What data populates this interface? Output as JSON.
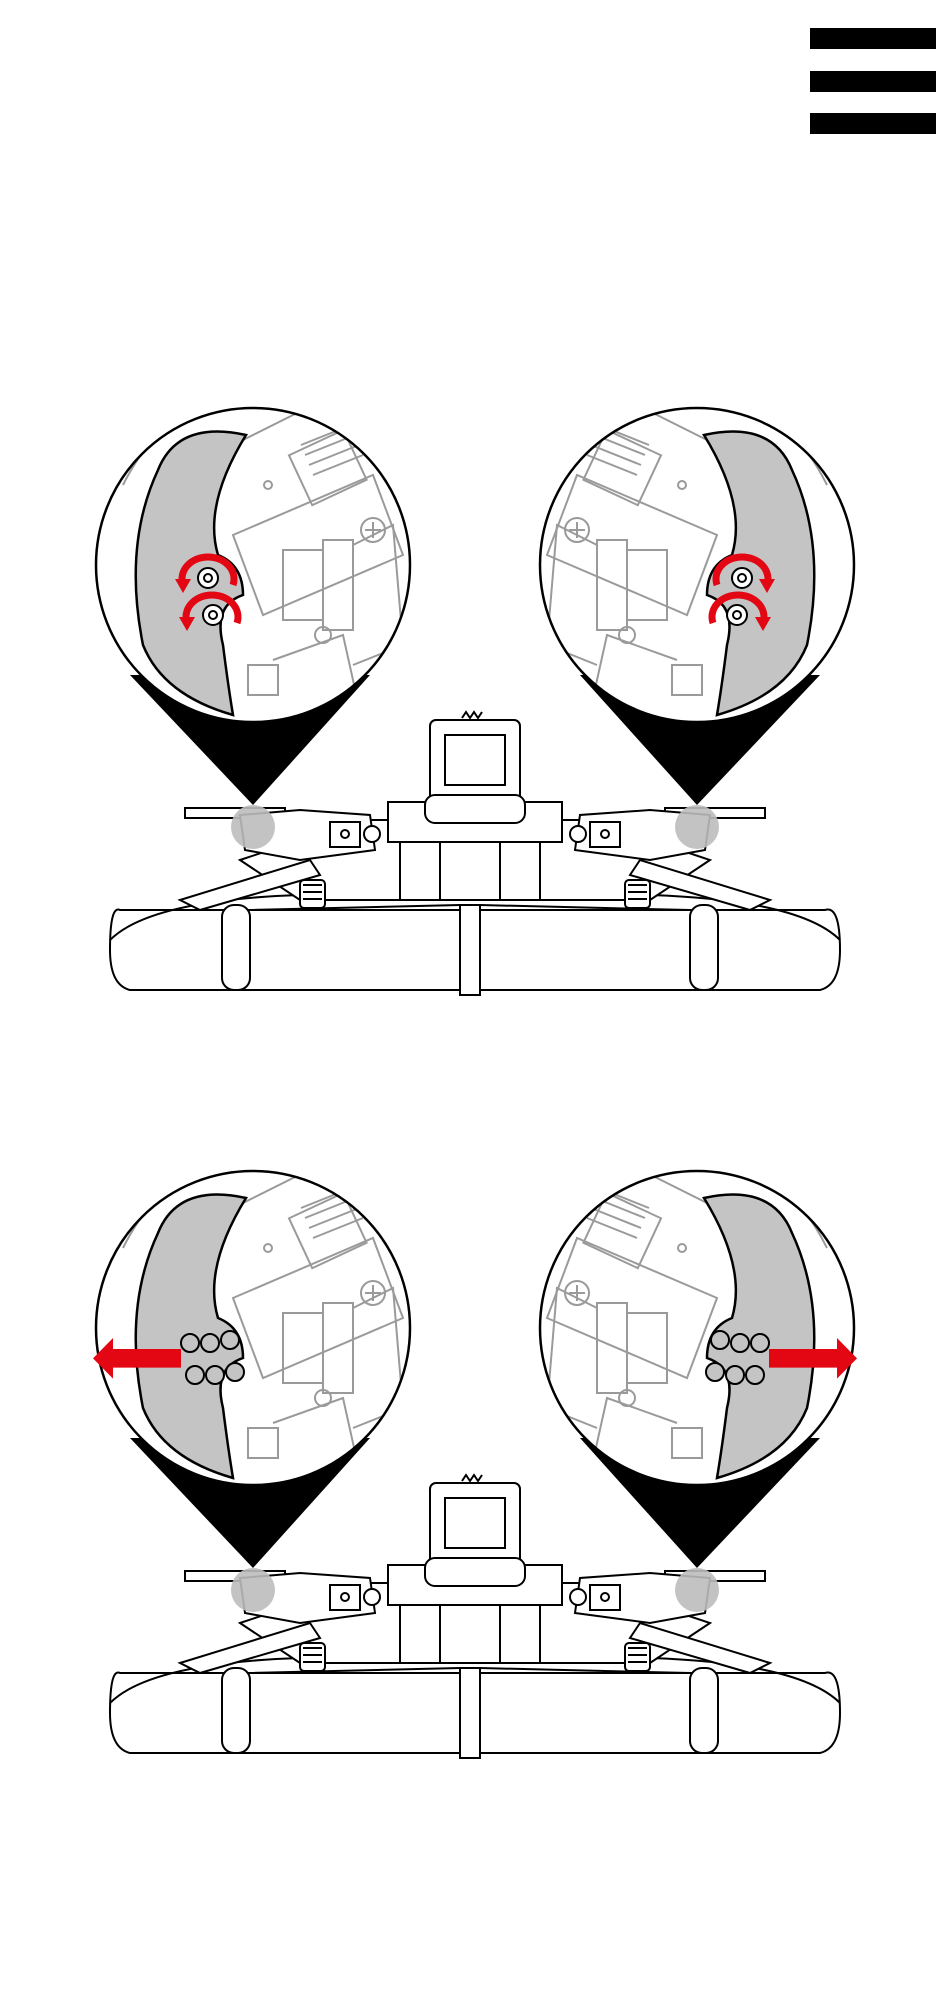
{
  "colors": {
    "background": "#ffffff",
    "ink": "#000000",
    "linework": "#9a9a9a",
    "paddle_fill": "#c4c4c4",
    "mount_highlight": "#bdbdbd",
    "accent_red": "#e30613"
  },
  "header": {
    "menu_icon": "hamburger-menu-icon"
  },
  "steps": [
    {
      "id": "step-1",
      "action_icon": "rotate-screw-icon",
      "description_icons": [
        "paddle-shifter-zoom-left",
        "paddle-shifter-zoom-right",
        "wheel-base-top-view"
      ]
    },
    {
      "id": "step-2",
      "action_icon": "pull-out-arrow-icon",
      "description_icons": [
        "paddle-shifter-zoom-left",
        "paddle-shifter-zoom-right",
        "wheel-base-top-view"
      ]
    }
  ]
}
